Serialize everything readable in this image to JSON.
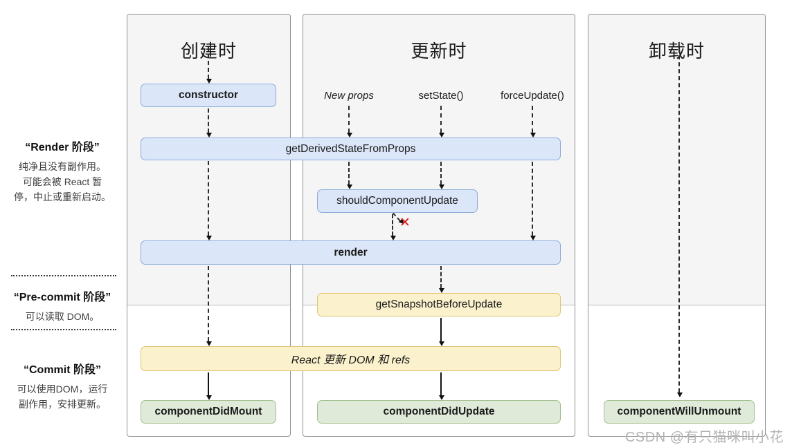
{
  "sidebar": {
    "phases": [
      {
        "title": "“Render 阶段”",
        "line1": "纯净且没有副作用。",
        "line2": "可能会被 React 暂",
        "line3": "停，中止或重新启动。"
      },
      {
        "title": "“Pre-commit 阶段”",
        "line1": "可以读取 DOM。"
      },
      {
        "title": "“Commit 阶段”",
        "line1": "可以使用DOM，运行",
        "line2": "副作用，安排更新。"
      }
    ]
  },
  "columns": {
    "mount": {
      "title": "创建时"
    },
    "update": {
      "title": "更新时",
      "triggers": {
        "new_props": "New props",
        "set_state": "setState()",
        "force_update": "forceUpdate()"
      }
    },
    "unmount": {
      "title": "卸载时"
    }
  },
  "boxes": {
    "constructor": "constructor",
    "get_derived_state_from_props": "getDerivedStateFromProps",
    "should_component_update": "shouldComponentUpdate",
    "render": "render",
    "get_snapshot_before_update": "getSnapshotBeforeUpdate",
    "react_updates_dom": "React 更新 DOM 和 refs",
    "component_did_mount": "componentDidMount",
    "component_did_update": "componentDidUpdate",
    "component_will_unmount": "componentWillUnmount"
  },
  "marks": {
    "cancel": "✕"
  },
  "watermark": "CSDN @有只猫咪叫小花",
  "colors": {
    "render_phase_bg": "#f5f5f6",
    "panel_border": "#8f8f8f",
    "box_blue_bg": "#dbe6f8",
    "box_blue_border": "#8cabd9",
    "box_yellow_bg": "#fbf1cc",
    "box_yellow_border": "#dfc473",
    "box_green_bg": "#dfead8",
    "box_green_border": "#a2bd8c",
    "cancel_red": "#dd1414",
    "watermark_gray": "#b3b3b3"
  }
}
